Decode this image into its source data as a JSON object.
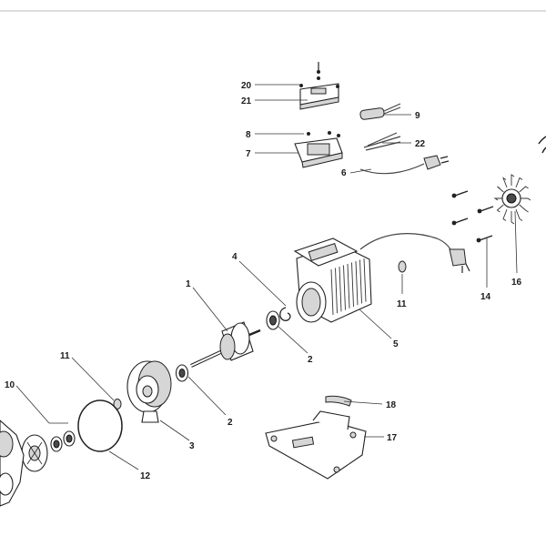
{
  "diagram": {
    "callouts": {
      "c1": "1",
      "c2a": "2",
      "c2b": "2",
      "c3": "3",
      "c4": "4",
      "c5": "5",
      "c6": "6",
      "c7": "7",
      "c8": "8",
      "c9": "9",
      "c10": "10",
      "c11a": "11",
      "c11b": "11",
      "c12": "12",
      "c14": "14",
      "c16": "16",
      "c17": "17",
      "c18": "18",
      "c20": "20",
      "c21": "21",
      "c22": "22"
    }
  },
  "colors": {
    "line": "#222222",
    "fill_light": "#d6d6d6",
    "fill_dark": "#4a4a4a",
    "background": "#ffffff"
  }
}
